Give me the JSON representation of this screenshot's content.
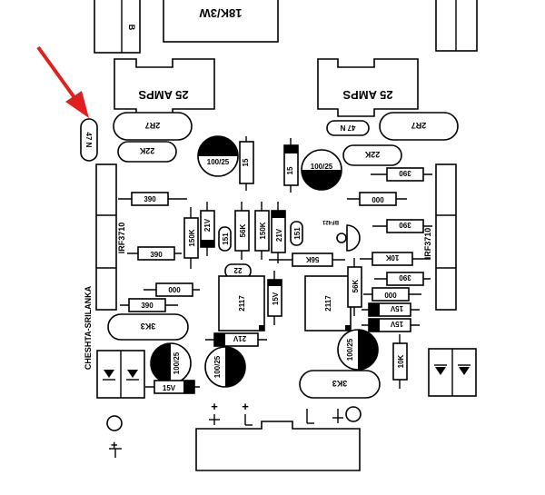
{
  "top_parts": {
    "top_left_label": "B",
    "top_center_label": "18K/3W"
  },
  "amp_blocks": {
    "left": "25 AMPS",
    "right": "25 AMPS"
  },
  "resistors_2r7": {
    "left": "2R7",
    "right": "2R7"
  },
  "cap_47n": {
    "left": "47 N",
    "right": "47 N"
  },
  "resistors_22k": {
    "left": "22K",
    "right": "22K"
  },
  "caps_100_25": {
    "a": "100/25",
    "b": "100/25",
    "c": "100/25",
    "d": "100/25",
    "e": "100/25"
  },
  "diodes_15": {
    "a": "15",
    "b": "15"
  },
  "resistors_390": {
    "a": "390",
    "b": "390",
    "c": "390",
    "d": "390",
    "e": "390",
    "f": "390"
  },
  "resistors_000": {
    "a": "000",
    "b": "000",
    "c": "000"
  },
  "mosfets": {
    "left": "IRF3710",
    "right": "IRF3710"
  },
  "vertical_parts": {
    "r150k_a": "150K",
    "z21v_a": "21V",
    "r56k_a": "56K",
    "r150k_b": "150K",
    "z21v_b": "21V",
    "r151_a": "151",
    "r151_b": "151",
    "bf421": "BF421"
  },
  "middle_parts": {
    "r56k_h": "56K",
    "r10k_h": "10K",
    "cap22": "22",
    "tr_left": "2117",
    "tr_right": "2117",
    "z15v_v": "15V",
    "r56k_v": "56K",
    "z15v_h1": "15V",
    "z15v_h2": "15V",
    "z21v_h": "21V",
    "z15v_l": "15V",
    "r10k_v": "10K"
  },
  "resistors_3k3": {
    "left": "3K3",
    "right": "3K3"
  },
  "brand_text": "CHESHTA-SRILANKA",
  "terminals": {
    "tl": "+",
    "tm": "+",
    "bottom": "+"
  },
  "colors": {
    "ink": "#000000",
    "paper": "#ffffff",
    "arrow": "#e02020"
  },
  "icons": {
    "pointer": "red-arrow-icon"
  }
}
